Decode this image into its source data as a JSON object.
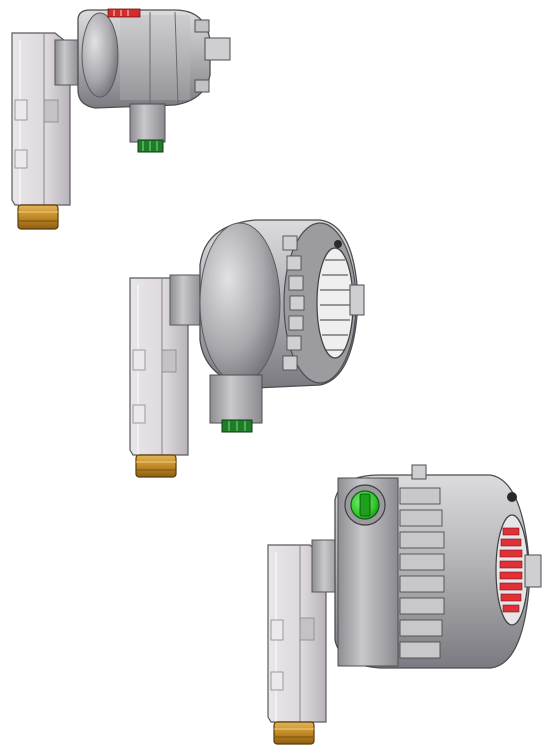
{
  "colors": {
    "background": "#ffffff",
    "body_light": "#d4d4d6",
    "body_mid": "#a9a9ad",
    "body_dark": "#6e6e73",
    "arm_light": "#e9e6e9",
    "arm_mid": "#cbc6cb",
    "brass": "#c9902c",
    "green_button": "#35d12e",
    "red_led": "#e0303a"
  },
  "figures": [
    {
      "name": "detector-variant-a",
      "view": "small-housing-side-view",
      "accent": "red-label"
    },
    {
      "name": "detector-variant-b",
      "view": "finned-housing-three-quarter-view",
      "accent": "green-connector"
    },
    {
      "name": "detector-variant-c",
      "view": "large-housing-with-led-display",
      "accent": "green-button-and-red-led-display"
    }
  ]
}
